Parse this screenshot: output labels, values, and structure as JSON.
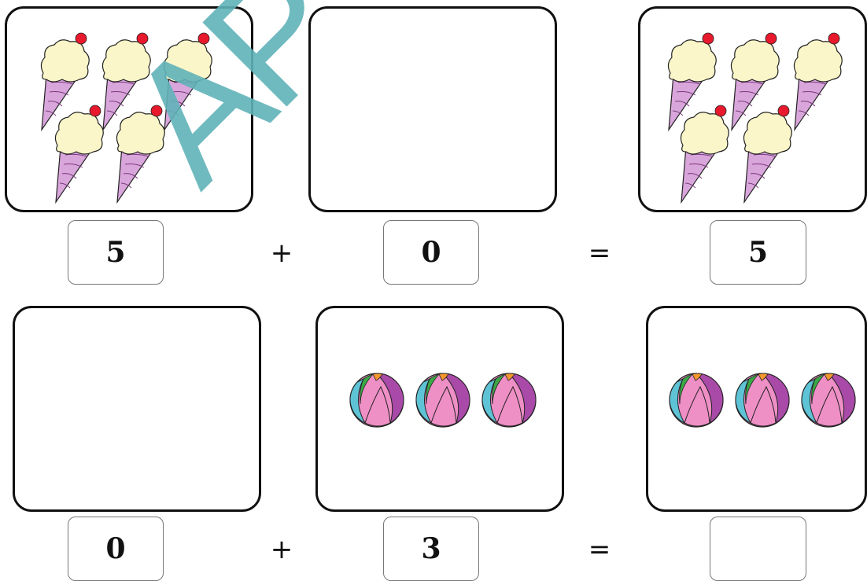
{
  "worksheet": {
    "rows": [
      {
        "left_count": "5",
        "operator": "+",
        "right_count": "0",
        "equals": "=",
        "result": "5",
        "left_items": "ice-cream-cone",
        "right_items": "",
        "result_items": "ice-cream-cone"
      },
      {
        "left_count": "0",
        "operator": "+",
        "right_count": "3",
        "equals": "=",
        "result": "",
        "left_items": "",
        "right_items": "beach-ball",
        "result_items": "beach-ball"
      }
    ]
  },
  "watermark": {
    "text": "AP",
    "color": "#5fb3b8"
  },
  "colors": {
    "cone": "#d9a6dc",
    "cream": "#fbf6c9",
    "cherry": "#e8192c",
    "ball_pink": "#ee8fc6",
    "ball_purple": "#a94aa8",
    "ball_cyan": "#5fc3d6",
    "ball_green": "#3aa845"
  }
}
